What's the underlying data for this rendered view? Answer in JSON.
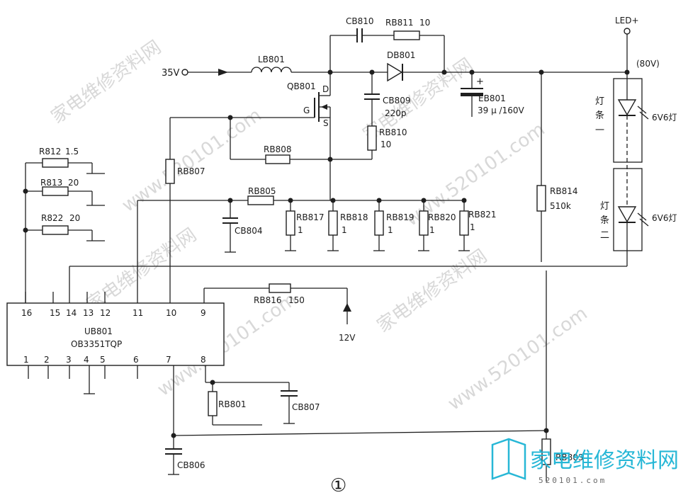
{
  "schematic": {
    "ic": {
      "name": "UB801",
      "part": "OB3351TQP",
      "top_pins": [
        "16",
        "15",
        "14",
        "13",
        "12",
        "11",
        "10",
        "9"
      ],
      "bottom_pins": [
        "1",
        "2",
        "3",
        "4",
        "5",
        "6",
        "7",
        "8"
      ]
    },
    "input_35v": "35V",
    "input_12v": "12V",
    "led_plus": "LED+",
    "led_voltage": "(80V)",
    "mosfet": {
      "name": "QB801",
      "d": "D",
      "g": "G",
      "s": "S"
    },
    "inductor": "LB801",
    "diode": "DB801",
    "cb810": "CB810",
    "rb811": {
      "name": "RB811",
      "value": "10"
    },
    "cb809": {
      "name": "CB809",
      "value": "220p"
    },
    "rb810": {
      "name": "RB810",
      "value": "10"
    },
    "eb801": {
      "name": "EB801",
      "value": "39 μ /160V"
    },
    "rb808": "RB808",
    "rb807": "RB807",
    "rb805": "RB805",
    "cb804": "CB804",
    "sense_resistors": [
      {
        "name": "RB817",
        "value": "1"
      },
      {
        "name": "RB818",
        "value": "1"
      },
      {
        "name": "RB819",
        "value": "1"
      },
      {
        "name": "RB820",
        "value": "1"
      },
      {
        "name": "RB821",
        "value": "1"
      }
    ],
    "rb814": {
      "name": "RB814",
      "value": "510k"
    },
    "r812": {
      "name": "R812",
      "value": "1.5"
    },
    "r813": {
      "name": "R813",
      "value": "20"
    },
    "r822": {
      "name": "R822",
      "value": "20"
    },
    "rb816": {
      "name": "RB816",
      "value": "150"
    },
    "rb801": "RB801",
    "cb807": "CB807",
    "cb806": "CB806",
    "rb803": "RB803",
    "led_bar_1": {
      "label": [
        "灯",
        "条",
        "一"
      ],
      "value": "6V6灯"
    },
    "led_bar_2": {
      "label": [
        "灯",
        "条",
        "二"
      ],
      "value": "6V6灯"
    },
    "figure_number": "①"
  },
  "watermark": {
    "site": "www.520101.com",
    "cn": "家电维修资料网",
    "logo_text": "家电维修资料网",
    "logo_sub": "520101.com"
  }
}
